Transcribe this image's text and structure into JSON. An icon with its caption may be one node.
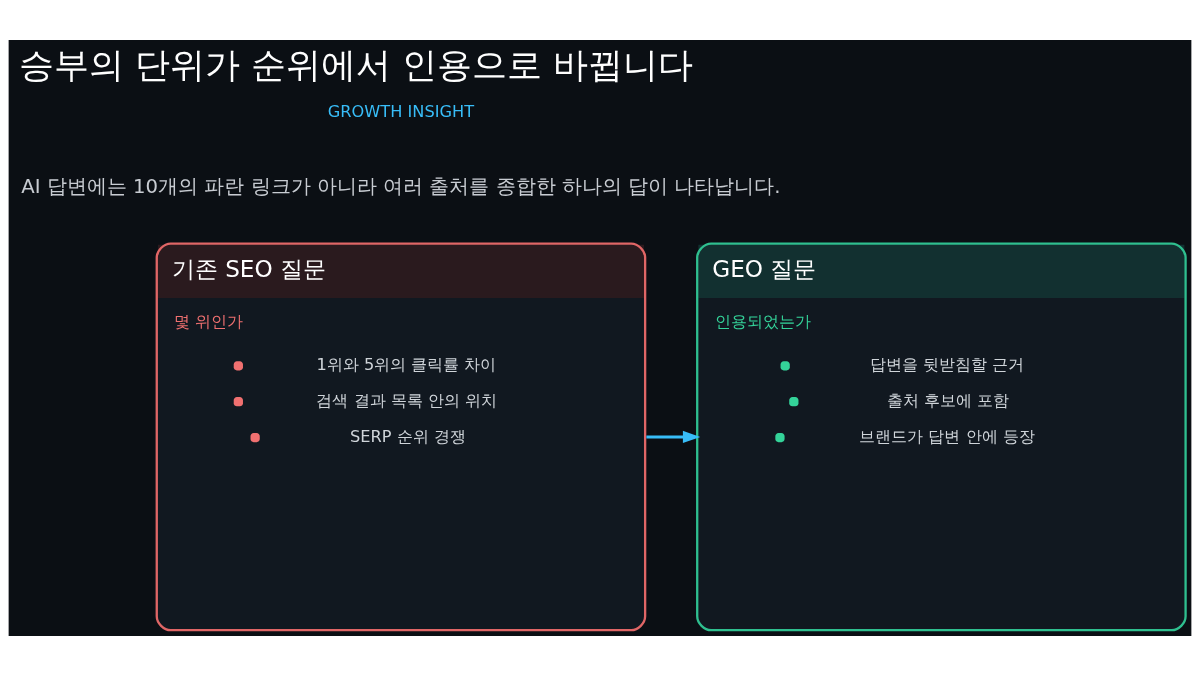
{
  "diagram": {
    "title": "승부의 단위가 순위에서 인용으로 바뀝니다",
    "nodes": [
      {
        "text": [
          "기존 SEO 질문",
          "몇 위인가",
          "1위와 5위의 클릭률 차이",
          "검색 결과 목록 안의 위치",
          "SERP 순위 경쟁"
        ]
      },
      {
        "text": [
          "GEO 질문",
          "인용되었는가",
          "답변을 뒷받침할 근거",
          "출처 후보에 포함",
          "브랜드가 답변 안에 등장"
        ]
      }
    ],
    "edges": [
      {
        "from": 0,
        "to": 1,
        "arrow": "to",
        "color": "#38bdf8"
      }
    ],
    "labels": [
      "GROWTH INSIGHT",
      "AI 답변에는 10개의 파란 링크가 아니라 여러 출처를 종합한 하나의 답이 나타납니다."
    ]
  }
}
